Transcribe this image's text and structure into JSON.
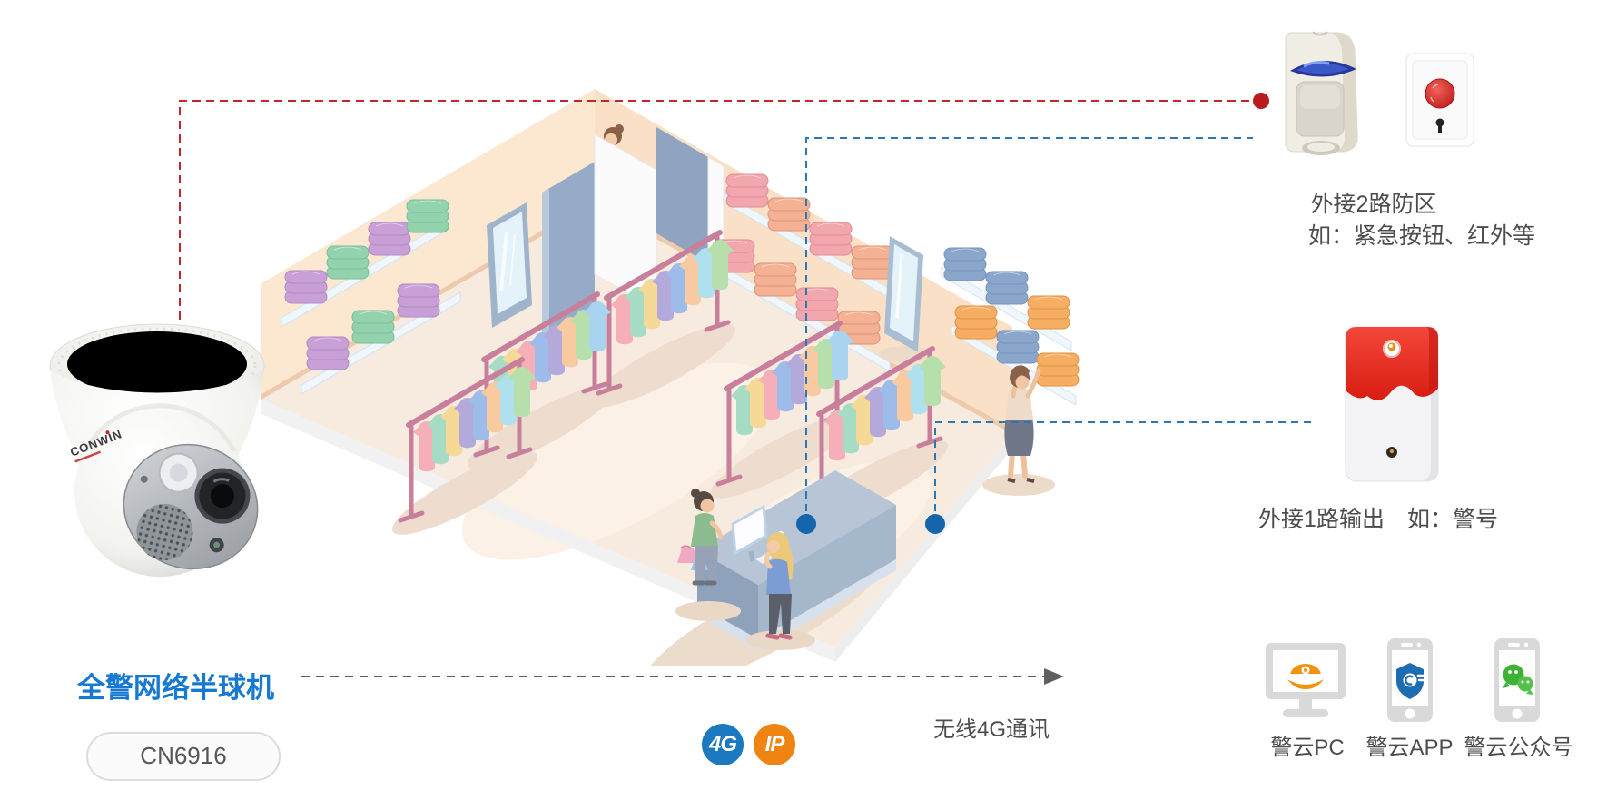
{
  "diagram": {
    "product": {
      "label": "全警网络半球机",
      "model": "CN6916",
      "brand": "CONWIN",
      "label_color": "#1779d2"
    },
    "zones": {
      "title": "外接2路防区",
      "subtitle": "如：紧急按钮、红外等",
      "line_color": "#c0272d",
      "devices": [
        "pir-motion-sensor",
        "emergency-button"
      ]
    },
    "output": {
      "label": "外接1路输出　如：警号",
      "line_color": "#2b77b3",
      "device": "alarm-siren"
    },
    "wireless": {
      "label": "无线4G通讯",
      "line_color": "#5f5f5f"
    },
    "badges": [
      {
        "label": "4G",
        "color": "#1b79c0"
      },
      {
        "label": "IP",
        "color": "#f08413"
      }
    ],
    "cloud": {
      "items": [
        {
          "label": "警云PC",
          "icon": "pc-monitor-police-icon"
        },
        {
          "label": "警云APP",
          "icon": "phone-shield-icon"
        },
        {
          "label": "警云公众号",
          "icon": "phone-wechat-icon"
        }
      ]
    }
  }
}
